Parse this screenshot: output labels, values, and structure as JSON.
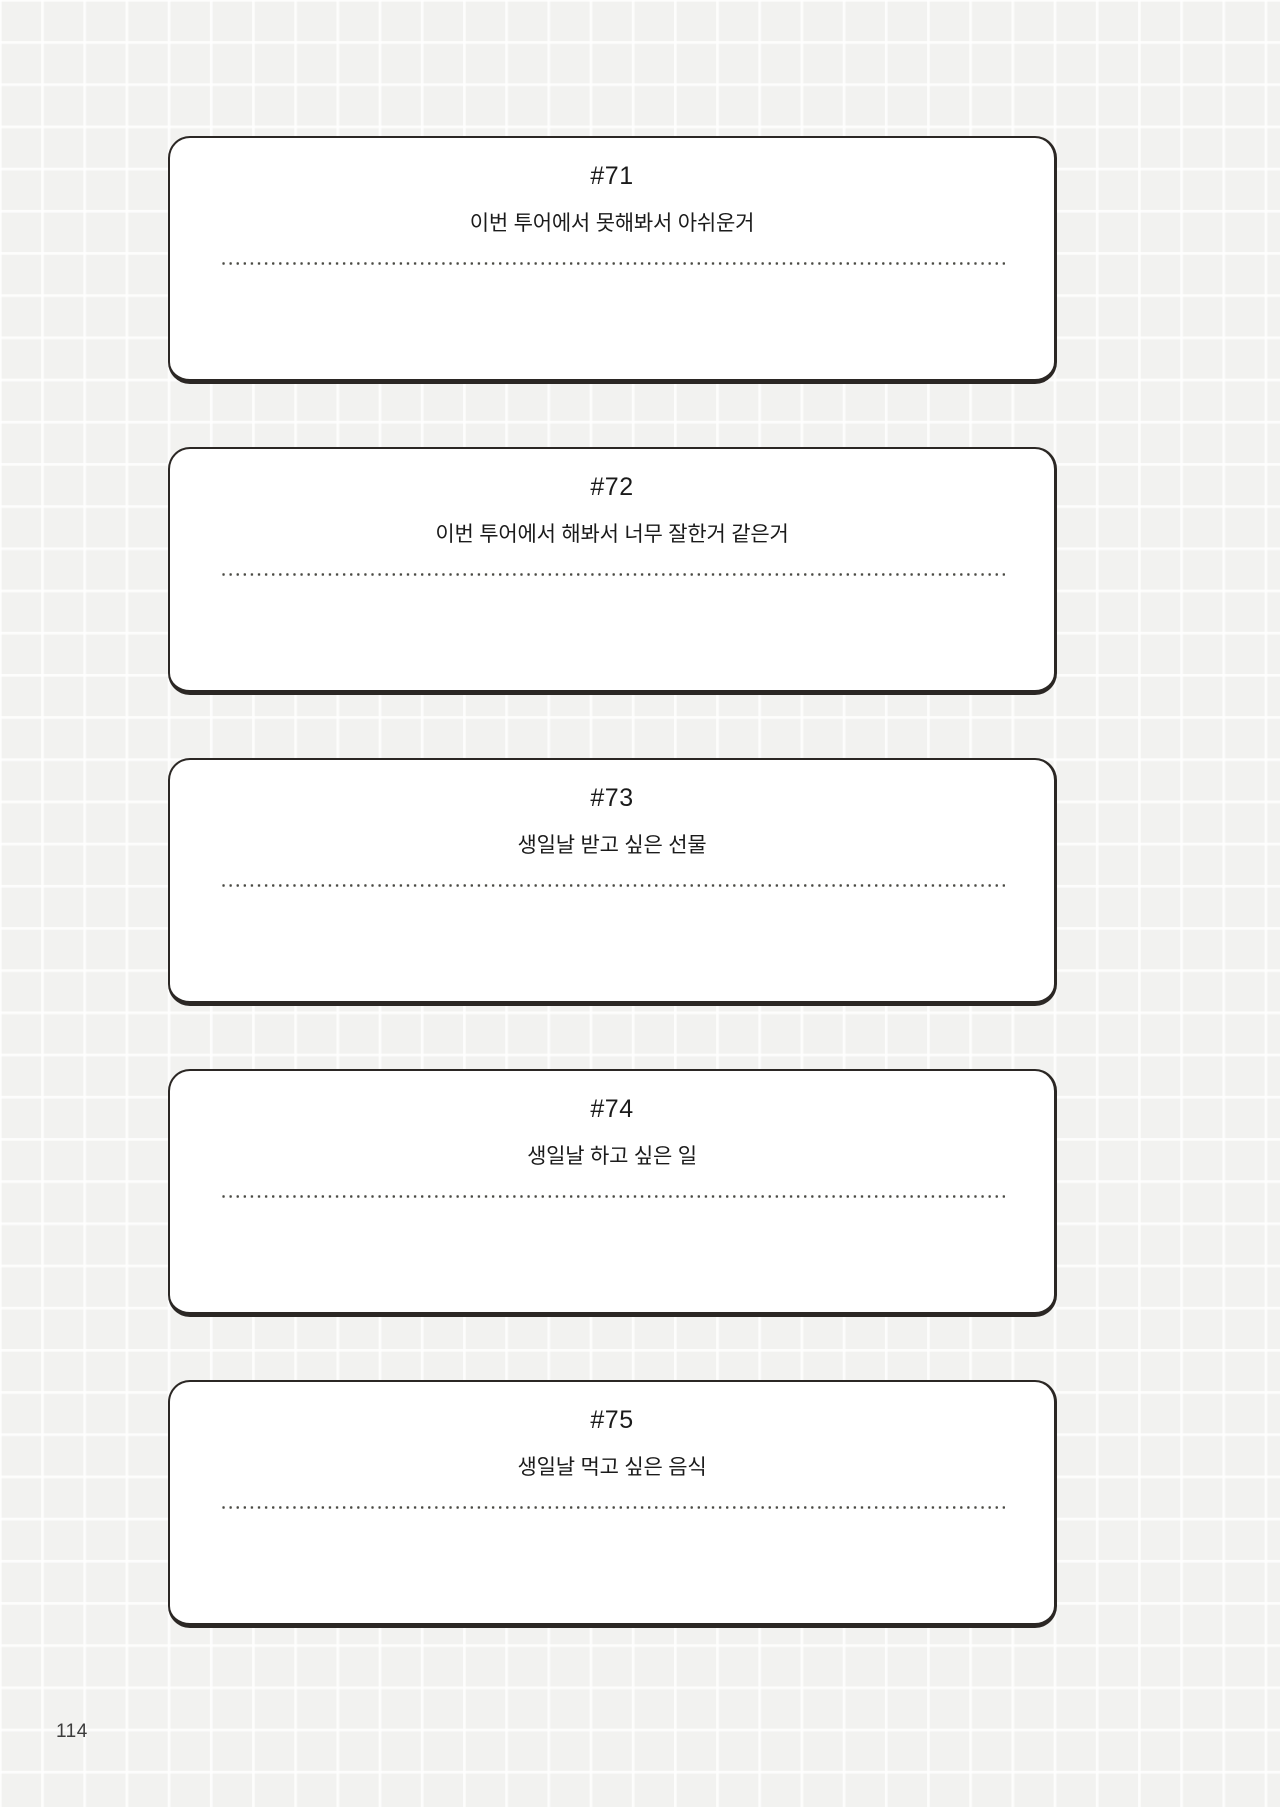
{
  "page": {
    "number": "114",
    "background": "#f2f2f0",
    "grid_line_color": "#fafaf8",
    "ink_color": "#2b2724"
  },
  "cards": [
    {
      "number": "#71",
      "prompt": "이번 투어에서 못해봐서 아쉬운거",
      "writing_line": "dotted"
    },
    {
      "number": "#72",
      "prompt": "이번 투어에서 해봐서 너무 잘한거 같은거",
      "writing_line": "dotted"
    },
    {
      "number": "#73",
      "prompt": "생일날 받고 싶은 선물",
      "writing_line": "dotted"
    },
    {
      "number": "#74",
      "prompt": "생일날 하고 싶은 일",
      "writing_line": "dotted"
    },
    {
      "number": "#75",
      "prompt": "생일날 먹고 싶은 음식",
      "writing_line": "dotted"
    }
  ]
}
